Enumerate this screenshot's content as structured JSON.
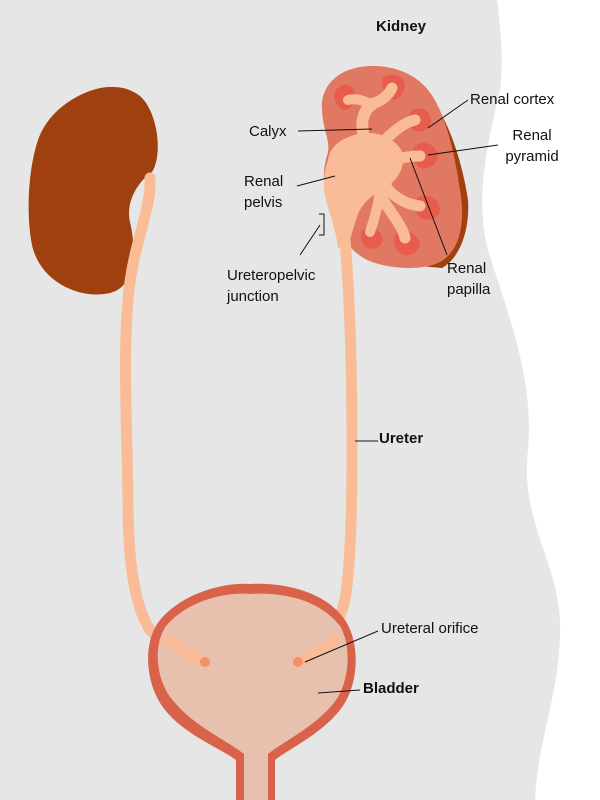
{
  "labels": {
    "kidney": "Kidney",
    "renal_cortex": "Renal cortex",
    "calyx": "Calyx",
    "renal_pyramid_line1": "Renal",
    "renal_pyramid_line2": "pyramid",
    "renal_pelvis_line1": "Renal",
    "renal_pelvis_line2": "pelvis",
    "ureteropelvic_line1": "Ureteropelvic",
    "ureteropelvic_line2": "junction",
    "renal_papilla_line1": "Renal",
    "renal_papilla_line2": "papilla",
    "ureter": "Ureter",
    "ureteral_orifice": "Ureteral orifice",
    "bladder": "Bladder"
  },
  "colors": {
    "background": "#e6e6e6",
    "body_silhouette": "#ffffff",
    "left_kidney": "#a0400e",
    "kidney_section": "#e07862",
    "kidney_rim": "#a0400e",
    "pyramid": "#e85c4e",
    "pelvis_ureter": "#f9bc96",
    "bladder_fill": "#e8c0ae",
    "bladder_wall": "#d9624a"
  }
}
